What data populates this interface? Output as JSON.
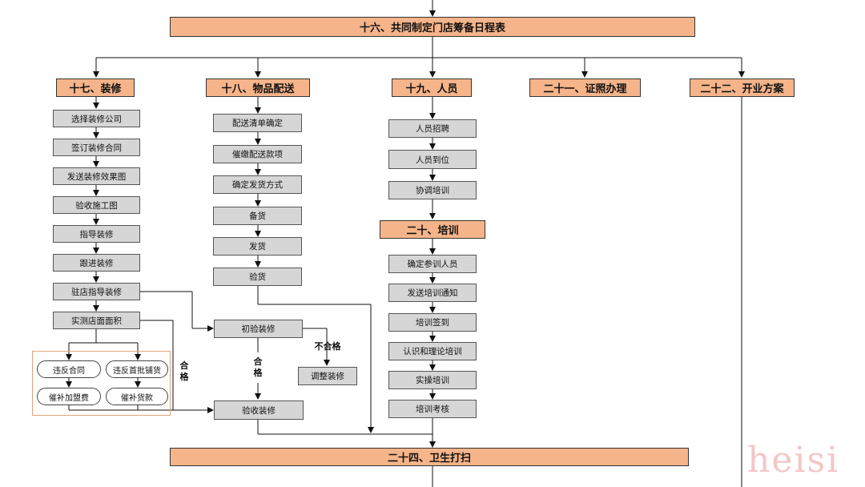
{
  "banner_top": "十六、共同制定门店筹备日程表",
  "banner_bottom": "二十四、卫生打扫",
  "headers": {
    "renovation": "十七、装修",
    "delivery": "十八、物品配送",
    "staff": "十九、人员",
    "license": "二十一、证照办理",
    "opening": "二十二、开业方案",
    "training": "二十、培训"
  },
  "renovation": [
    "选择装修公司",
    "签订装修合同",
    "发送装修效果图",
    "验收施工图",
    "指导装修",
    "跟进装修",
    "驻店指导装修",
    "实测店面面积"
  ],
  "delivery": [
    "配送清单确定",
    "催缴配送款项",
    "确定发货方式",
    "备货",
    "发货",
    "验货"
  ],
  "staff": [
    "人员招聘",
    "人员到位",
    "协调培训"
  ],
  "training": [
    "确定参训人员",
    "发送培训通知",
    "培训签到",
    "认识和理论培训",
    "实操培训",
    "培训考核"
  ],
  "violations": [
    "违反合同",
    "违反首批铺货",
    "催补加盟费",
    "催补货款"
  ],
  "inspection": {
    "initial": "初验装修",
    "adjust": "调整装修",
    "accept": "验收装修",
    "fail_label": "不合格",
    "pass_label_1": "合\n格",
    "pass_label_2": "合\n格"
  },
  "watermark": "heisi"
}
